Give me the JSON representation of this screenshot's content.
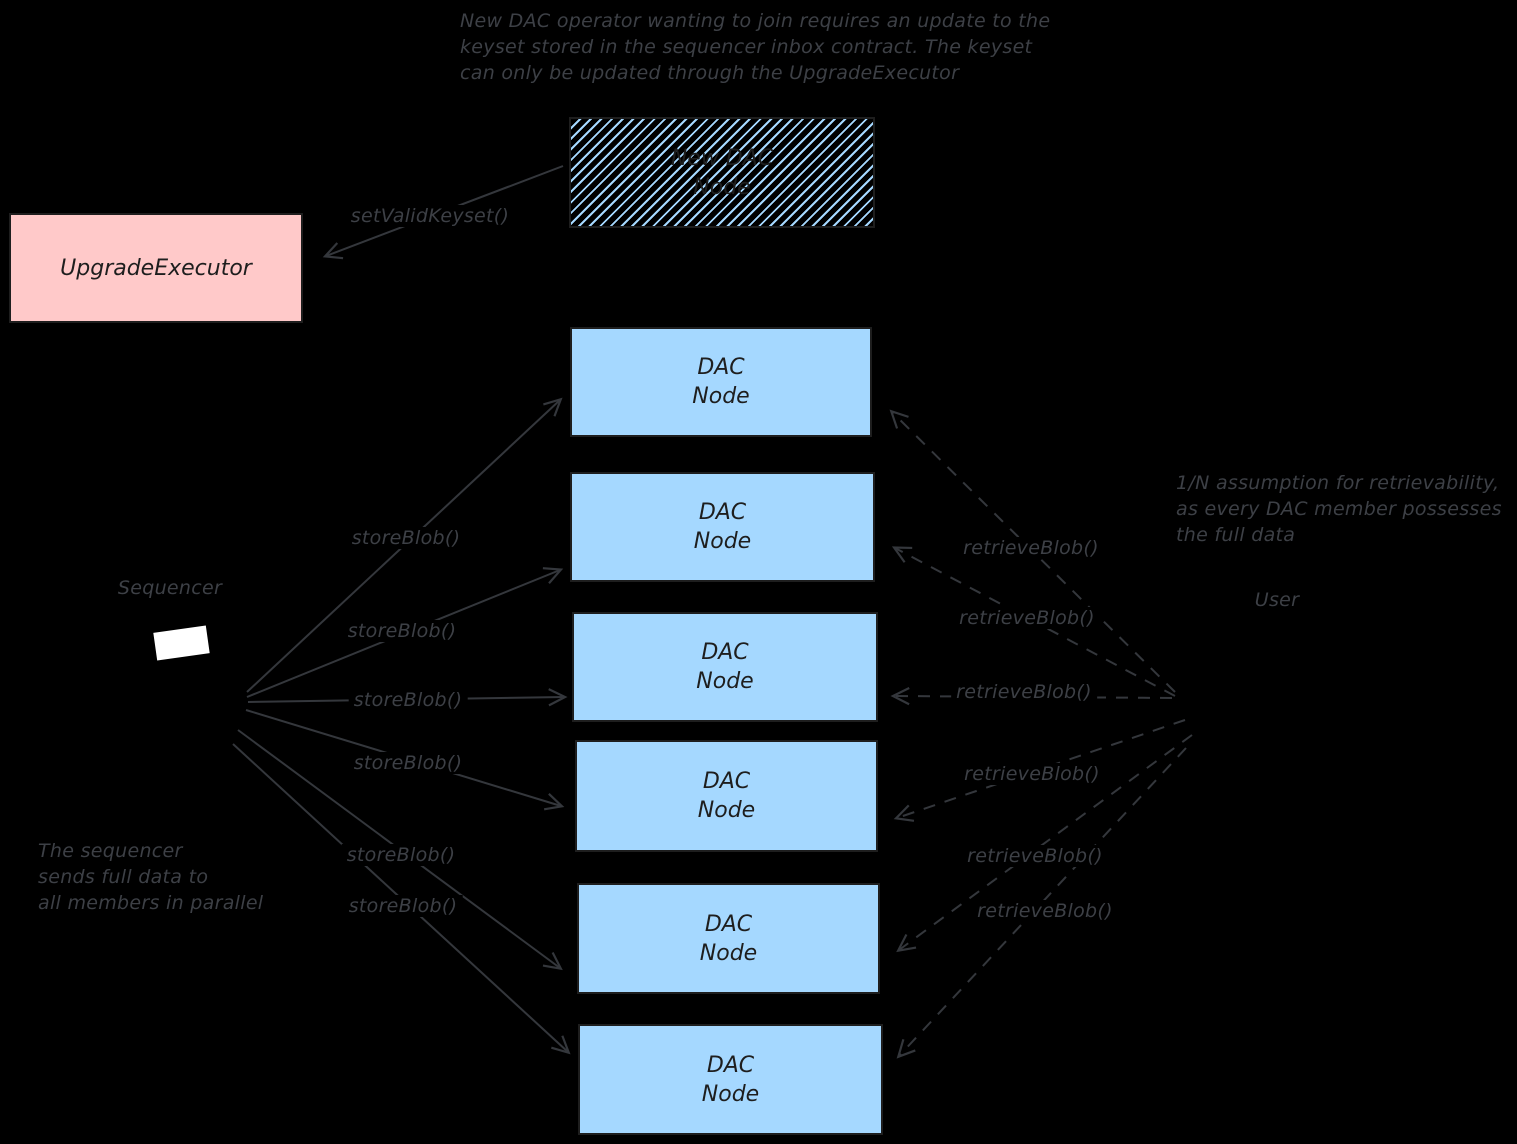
{
  "colors": {
    "background": "#000000",
    "node_blue": "#a5d8ff",
    "executor_pink": "#ffc9c9",
    "box_border": "#1e1e1e",
    "ink_annotation": "#3d4046",
    "sequencer_chip_white": "#ffffff"
  },
  "notes": {
    "top": "New DAC operator wanting to join requires an update to the\nkeyset stored in the sequencer inbox contract. The keyset\ncan only be updated through the UpgradeExecutor",
    "right": "1/N assumption for retrievability,\nas every DAC member possesses\nthe full data",
    "bottom_left": "The sequencer\nsends full data to\nall members in parallel"
  },
  "actors": {
    "sequencer_label": "Sequencer",
    "user_label": "User"
  },
  "boxes": {
    "upgrade_executor": {
      "label": "UpgradeExecutor"
    },
    "new_dac_node": {
      "label": "New DAC\nNode"
    },
    "dac_nodes": [
      {
        "label": "DAC\nNode"
      },
      {
        "label": "DAC\nNode"
      },
      {
        "label": "DAC\nNode"
      },
      {
        "label": "DAC\nNode"
      },
      {
        "label": "DAC\nNode"
      },
      {
        "label": "DAC\nNode"
      }
    ]
  },
  "arrow_labels": {
    "set_valid_keyset": "setValidKeyset()",
    "store_blob": [
      "storeBlob()",
      "storeBlob()",
      "storeBlob()",
      "storeBlob()",
      "storeBlob()",
      "storeBlob()"
    ],
    "retrieve_blob": [
      "retrieveBlob()",
      "retrieveBlob()",
      "retrieveBlob()",
      "retrieveBlob()",
      "retrieveBlob()",
      "retrieveBlob()"
    ]
  }
}
